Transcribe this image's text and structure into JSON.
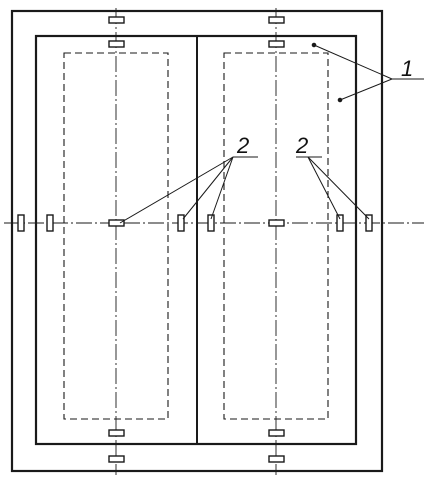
{
  "colors": {
    "line": "#1a1a1a",
    "background": "#ffffff"
  },
  "callouts": {
    "label_1": "1",
    "label_2_left": "2",
    "label_2_right": "2"
  }
}
